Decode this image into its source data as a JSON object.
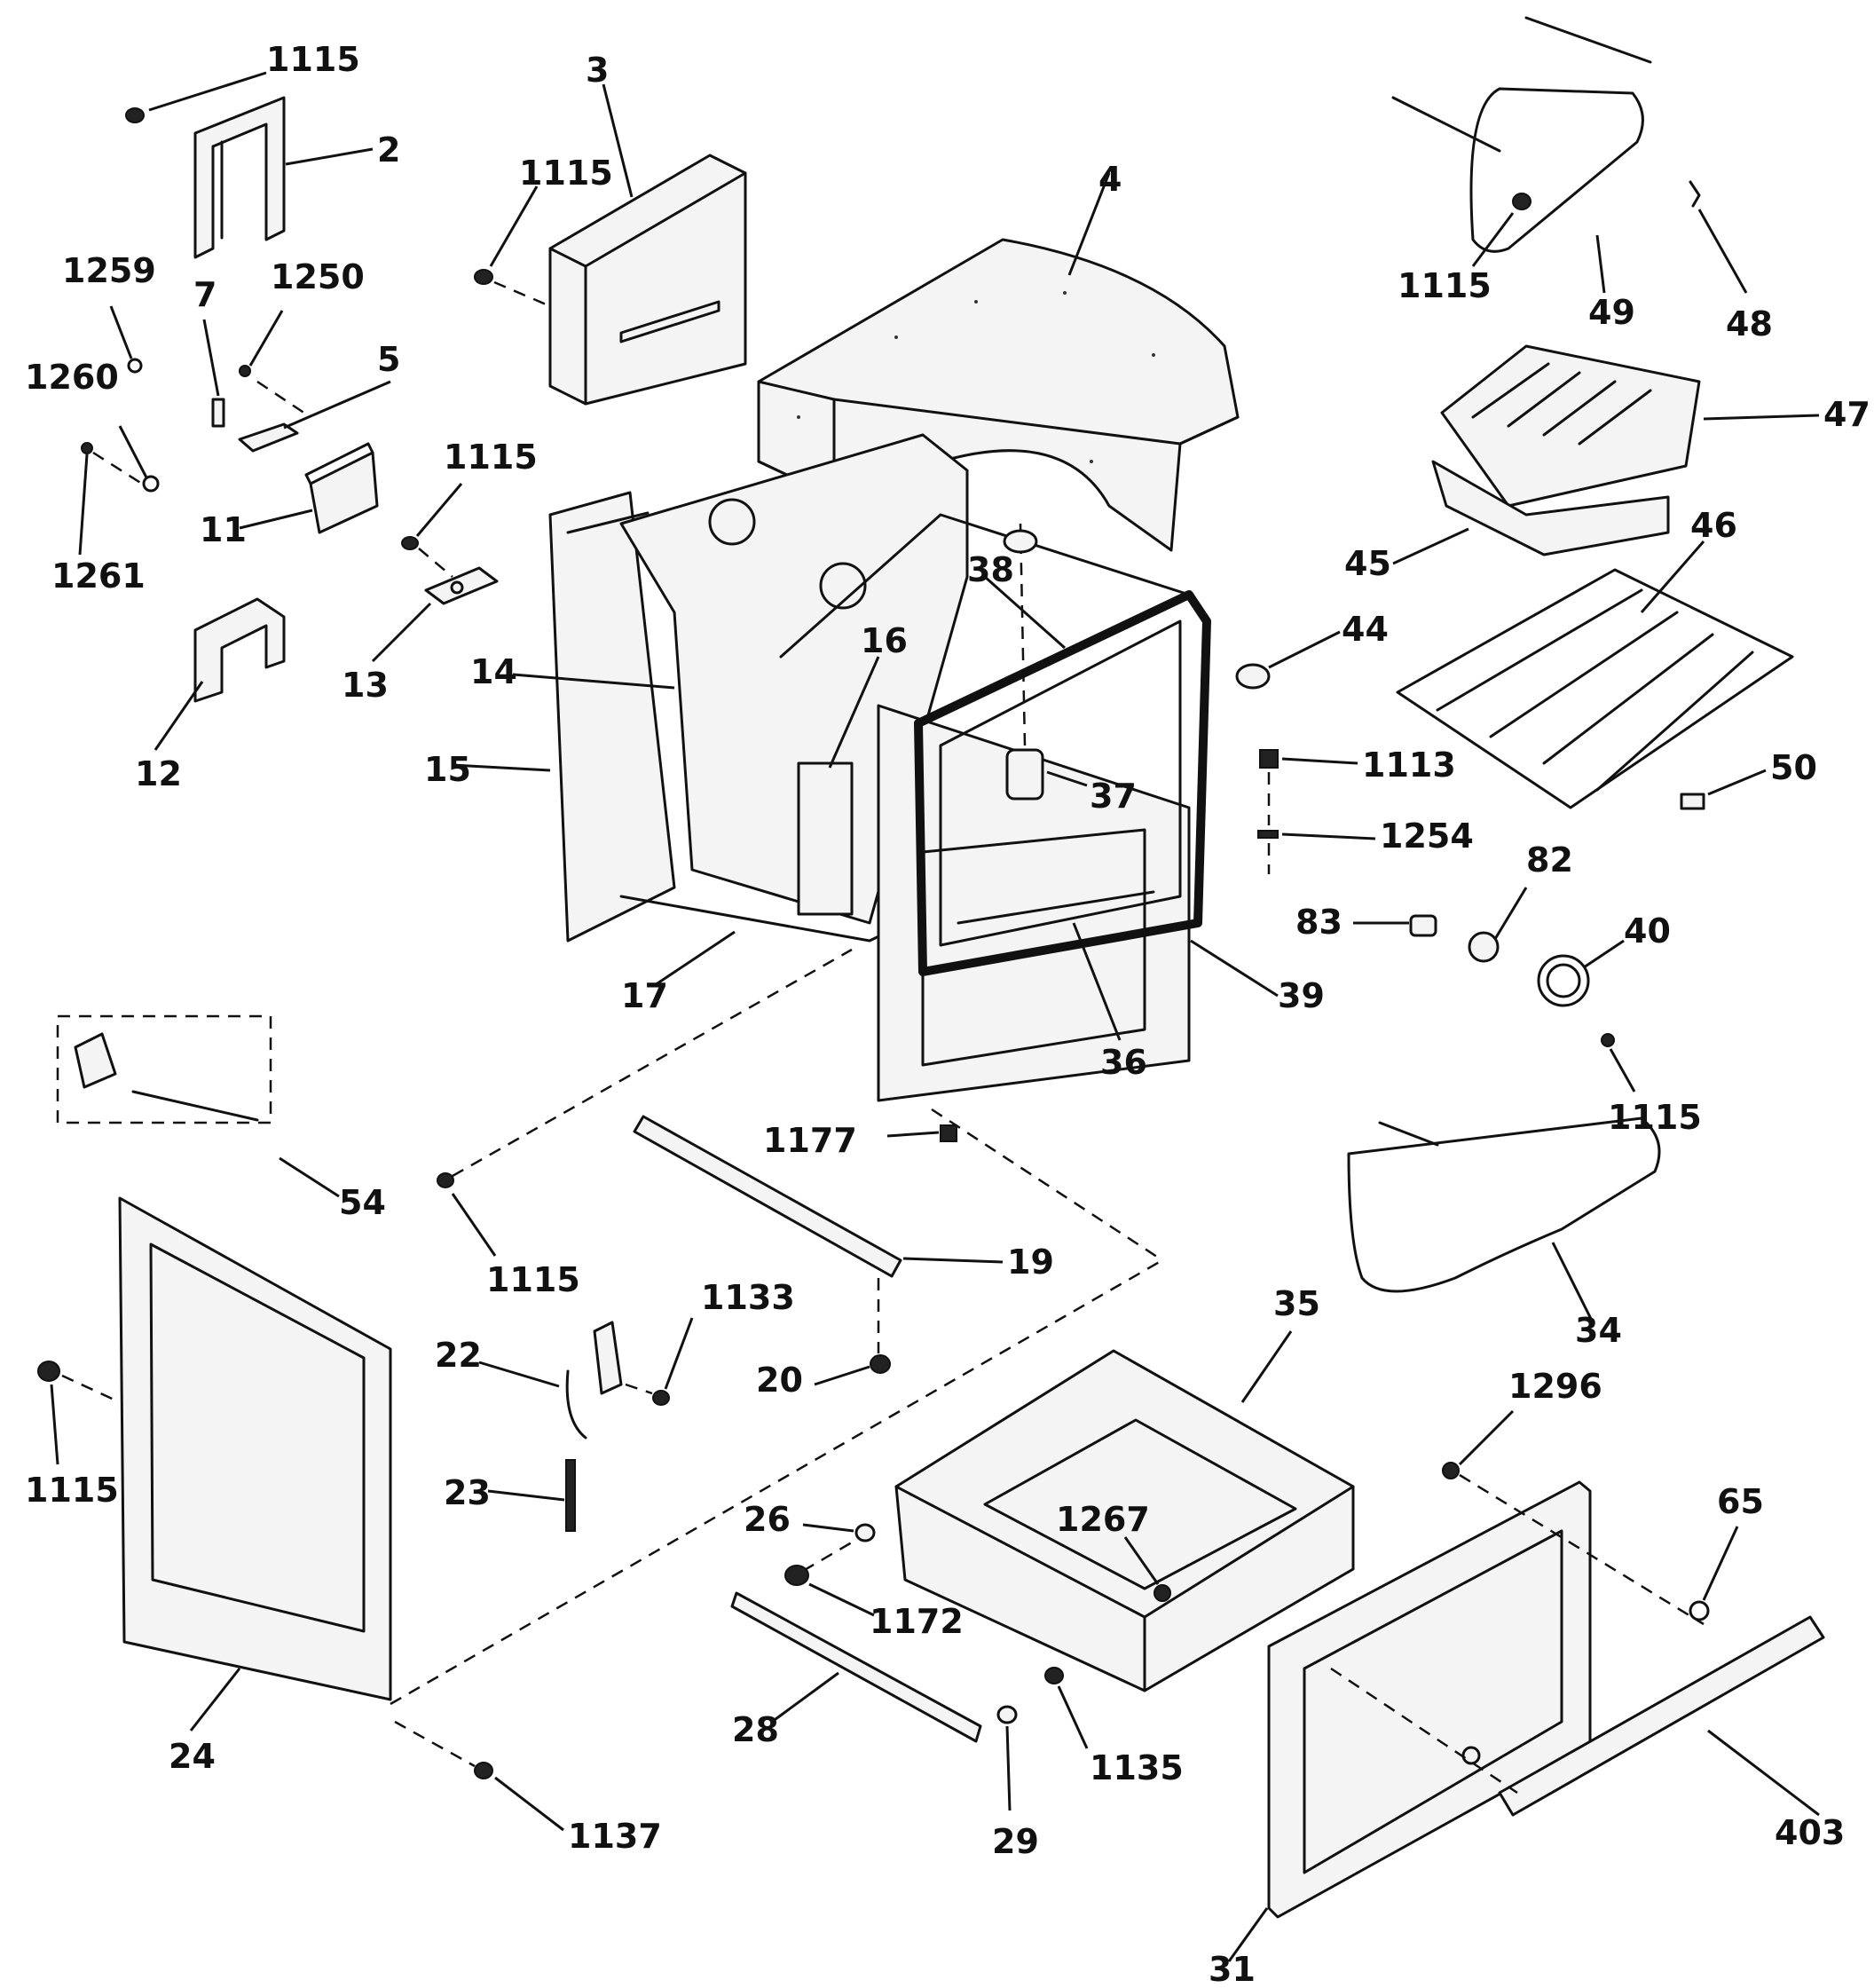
{
  "callouts": {
    "c1115_a": "1115",
    "c2": "2",
    "c3": "3",
    "c4": "4",
    "c1115_b": "1115",
    "c1259": "1259",
    "c7": "7",
    "c1250": "1250",
    "c5": "5",
    "c1260": "1260",
    "c11": "11",
    "c1261": "1261",
    "c1115_c": "1115",
    "c13": "13",
    "c14": "14",
    "c12": "12",
    "c15": "15",
    "c16": "16",
    "c38": "38",
    "c44": "44",
    "c37": "37",
    "c1113": "1113",
    "c1254": "1254",
    "c17": "17",
    "c36": "36",
    "c39": "39",
    "c1115_d": "1115",
    "c49": "49",
    "c48": "48",
    "c47": "47",
    "c45": "45",
    "c46": "46",
    "c50": "50",
    "c83": "83",
    "c82": "82",
    "c40": "40",
    "c1115_e": "1115",
    "c54": "54",
    "c1177": "1177",
    "c19": "19",
    "c1115_f": "1115",
    "c1133": "1133",
    "c22": "22",
    "c20": "20",
    "c34": "34",
    "c35": "35",
    "c1296": "1296",
    "c1115_g": "1115",
    "c23": "23",
    "c26": "26",
    "c1267": "1267",
    "c65": "65",
    "c1172": "1172",
    "c28": "28",
    "c24": "24",
    "c1135": "1135",
    "c403": "403",
    "c1137": "1137",
    "c29": "29",
    "c31": "31"
  }
}
